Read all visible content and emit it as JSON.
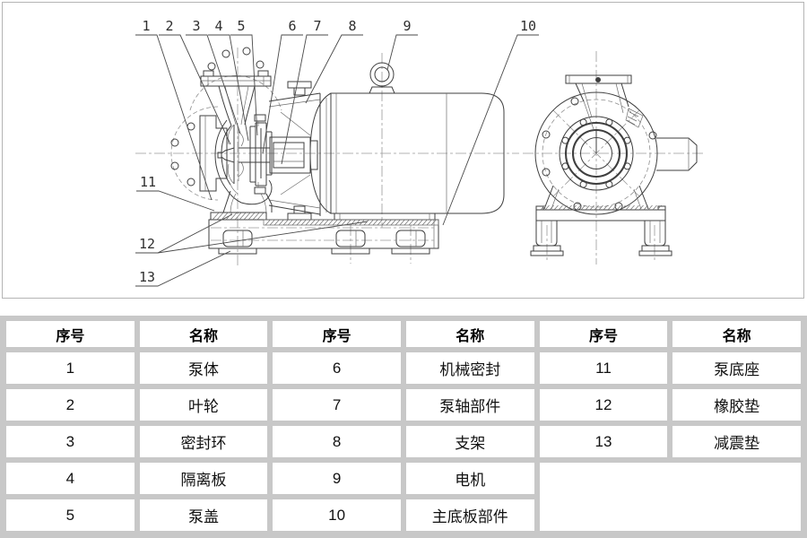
{
  "drawing": {
    "description": "卧式离心泵结构图（剖视图与端视图）",
    "callouts": [
      "1",
      "2",
      "3",
      "4",
      "5",
      "6",
      "7",
      "8",
      "9",
      "10",
      "11",
      "12",
      "13"
    ]
  },
  "table": {
    "headers": {
      "index": "序号",
      "name": "名称"
    },
    "parts": [
      {
        "no": "1",
        "name": "泵体"
      },
      {
        "no": "2",
        "name": "叶轮"
      },
      {
        "no": "3",
        "name": "密封环"
      },
      {
        "no": "4",
        "name": "隔离板"
      },
      {
        "no": "5",
        "name": "泵盖"
      },
      {
        "no": "6",
        "name": "机械密封"
      },
      {
        "no": "7",
        "name": "泵轴部件"
      },
      {
        "no": "8",
        "name": "支架"
      },
      {
        "no": "9",
        "name": "电机"
      },
      {
        "no": "10",
        "name": "主底板部件"
      },
      {
        "no": "11",
        "name": "泵底座"
      },
      {
        "no": "12",
        "name": "橡胶垫"
      },
      {
        "no": "13",
        "name": "减震垫"
      }
    ]
  },
  "colors": {
    "table_grid": "#c8c8c8",
    "panel_border": "#b5b5b5",
    "line": "#3f3f3f"
  }
}
